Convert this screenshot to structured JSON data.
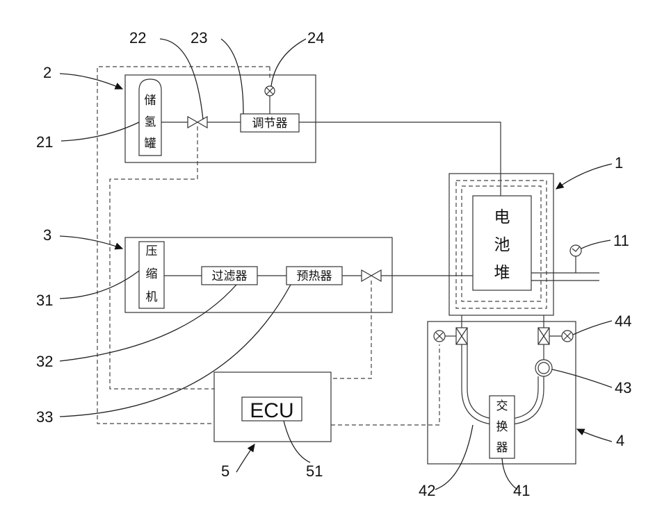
{
  "labels": {
    "stack": "电池堆",
    "tank": "储氢罐",
    "regulator": "调节器",
    "compressor": "压缩机",
    "filter": "过滤器",
    "preheater": "预热器",
    "exchanger": "交换器",
    "ecu": "ECU"
  },
  "refs": {
    "r1": "1",
    "r11": "11",
    "r2": "2",
    "r21": "21",
    "r22": "22",
    "r23": "23",
    "r24": "24",
    "r3": "3",
    "r31": "31",
    "r32": "32",
    "r33": "33",
    "r4": "4",
    "r41": "41",
    "r42": "42",
    "r43": "43",
    "r44": "44",
    "r5": "5",
    "r51": "51"
  }
}
